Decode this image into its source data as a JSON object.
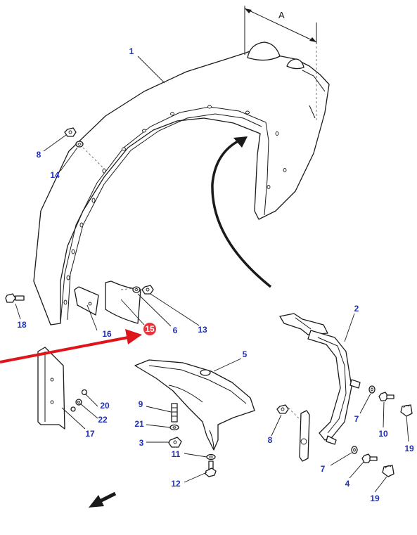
{
  "colors": {
    "label": "#1f2fb8",
    "line": "#1a1a1a",
    "highlight_arrow": "#e0141b",
    "badge": "#e8343a"
  },
  "dimension_label": "A",
  "highlighted_part": "15",
  "labels": {
    "p1": "1",
    "p2": "2",
    "p3": "3",
    "p4": "4",
    "p5": "5",
    "p6": "6",
    "p7a": "7",
    "p7b": "7",
    "p8a": "8",
    "p8b": "8",
    "p9": "9",
    "p10": "10",
    "p11": "11",
    "p12": "12",
    "p13": "13",
    "p14": "14",
    "p16": "16",
    "p17": "17",
    "p18": "18",
    "p19a": "19",
    "p19b": "19",
    "p20": "20",
    "p21": "21",
    "p22": "22"
  }
}
